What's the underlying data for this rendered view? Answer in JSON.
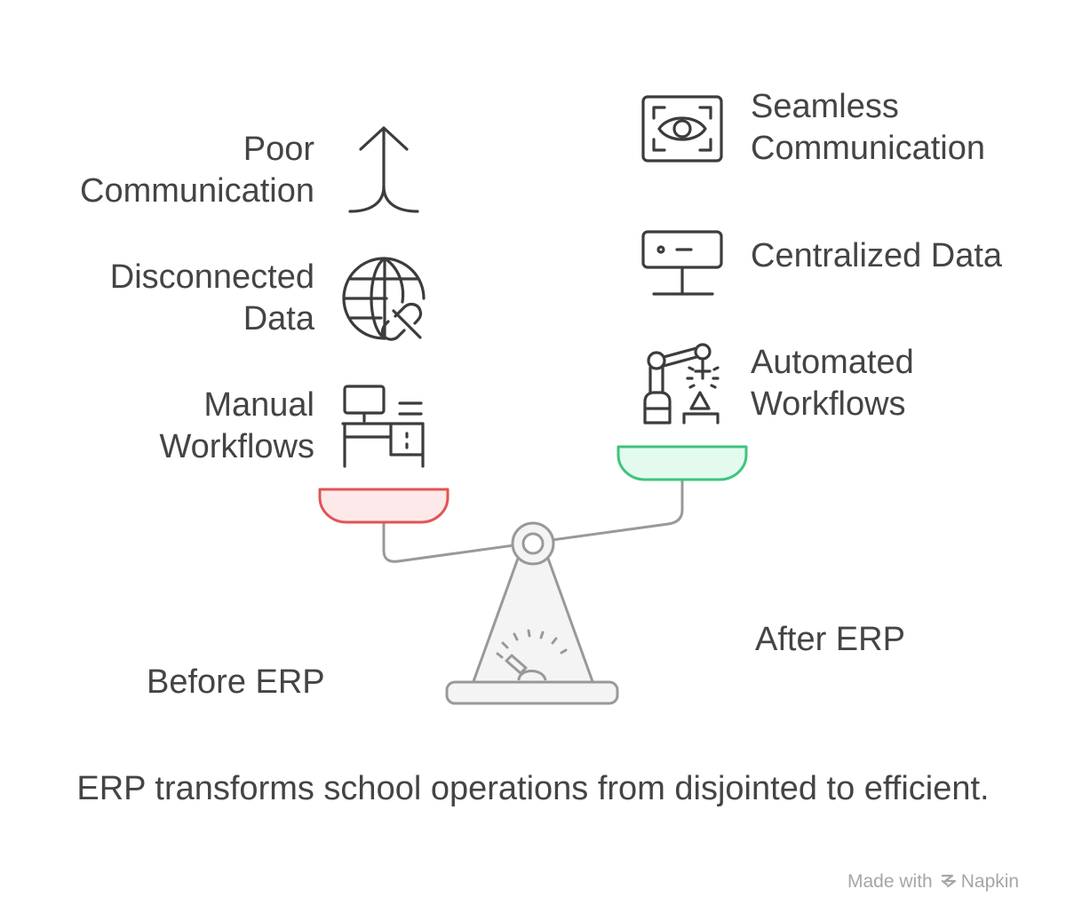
{
  "left_items": [
    {
      "lines": [
        "Poor",
        "Communication"
      ],
      "icon": "branching-arrow-icon"
    },
    {
      "lines": [
        "Disconnected",
        "Data"
      ],
      "icon": "globe-broken-link-icon"
    },
    {
      "lines": [
        "Manual",
        "Workflows"
      ],
      "icon": "office-desk-icon"
    }
  ],
  "right_items": [
    {
      "lines": [
        "Seamless",
        "Communication"
      ],
      "icon": "eye-scan-icon"
    },
    {
      "lines": [
        "Centralized Data"
      ],
      "icon": "monitor-server-icon"
    },
    {
      "lines": [
        "Automated",
        "Workflows"
      ],
      "icon": "robotic-arm-icon"
    }
  ],
  "side_labels": {
    "before": "Before ERP",
    "after": "After ERP"
  },
  "caption": "ERP transforms school operations from disjointed to efficient.",
  "footer": {
    "made_with": "Made with",
    "brand": "Napkin"
  },
  "colors": {
    "text": "#444444",
    "stroke": "#3c3c3c",
    "scale_gray": "#999999",
    "left_pan_stroke": "#e05555",
    "left_pan_fill": "#fde9e9",
    "right_pan_stroke": "#3ec47e",
    "right_pan_fill": "#e3fbee",
    "base_fill": "#f4f4f4"
  }
}
